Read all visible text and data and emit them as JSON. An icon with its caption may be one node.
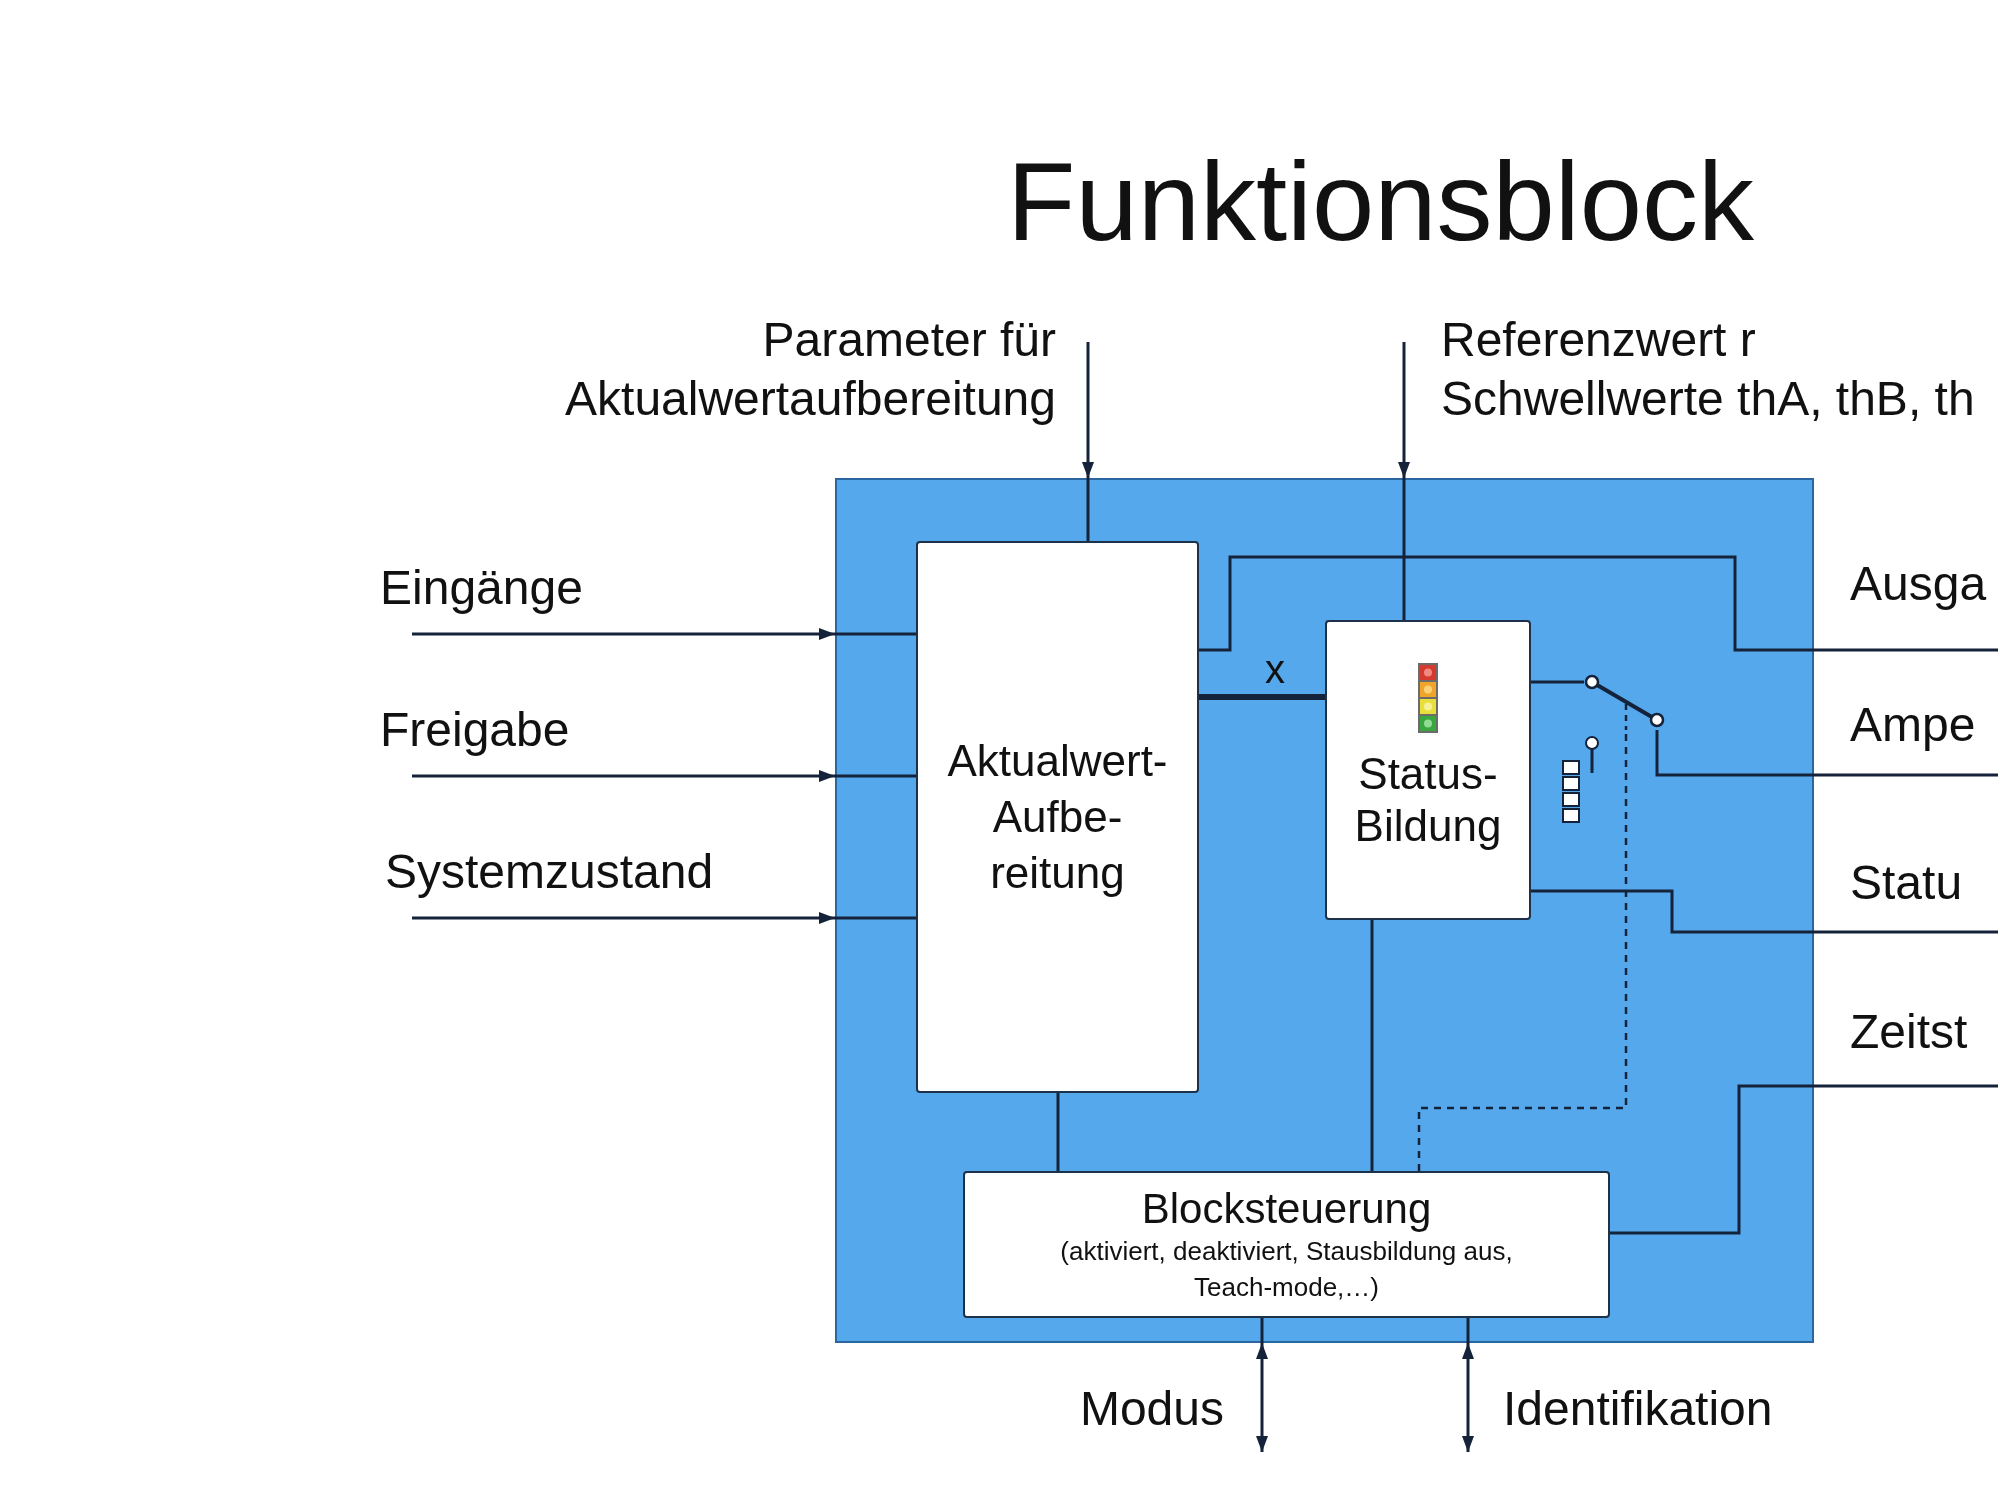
{
  "diagram": {
    "title": "Funktionsblock",
    "nodes": [
      {
        "text": [],
        "shape": "box"
      },
      {
        "text": [
          "Aktualwert- Aufbe- reitung"
        ],
        "in": 0
      },
      {
        "text": [
          "Status- Bildung"
        ],
        "in": 0
      },
      {
        "text": [],
        "shape": "picture",
        "in": 0
      },
      {
        "text": [
          "Blocksteuerung",
          "(aktiviert, deaktiviert, Stausbildung aus, Teach-mode,…)"
        ],
        "in": 0
      }
    ],
    "edges": [
      {
        "from": null,
        "to": 0,
        "arrow": "to",
        "label": "Parameter für Aktualwertaufbereitung"
      },
      {
        "from": 0,
        "to": 1,
        "arrow": "none"
      },
      {
        "from": null,
        "to": 0,
        "arrow": "to",
        "label": "Referenzwert r Schwellwerte thA, thB, th"
      },
      {
        "from": 0,
        "to": 2,
        "arrow": "none"
      },
      {
        "from": null,
        "to": 0,
        "arrow": "to",
        "label": "Eingänge"
      },
      {
        "from": 0,
        "to": 1,
        "arrow": "none"
      },
      {
        "from": null,
        "to": 0,
        "arrow": "to",
        "label": "Freigabe"
      },
      {
        "from": 0,
        "to": 1,
        "arrow": "none"
      },
      {
        "from": null,
        "to": 0,
        "arrow": "to",
        "label": "Systemzustand"
      },
      {
        "from": 0,
        "to": 1,
        "arrow": "none"
      },
      {
        "from": 1,
        "to": 2,
        "arrow": "none",
        "label": "x",
        "style": "thick"
      },
      {
        "from": 1,
        "to": null,
        "arrow": "none",
        "label": "Ausga"
      },
      {
        "from": 2,
        "to": 3,
        "arrow": "none"
      },
      {
        "from": 3,
        "to": null,
        "arrow": "none",
        "label": "Ampe"
      },
      {
        "from": 2,
        "to": null,
        "arrow": "none",
        "label": "Statu"
      },
      {
        "from": 1,
        "to": 4,
        "arrow": "none"
      },
      {
        "from": 2,
        "to": 4,
        "arrow": "none"
      },
      {
        "from": 4,
        "to": 3,
        "arrow": "none",
        "style": "dashed"
      },
      {
        "from": 4,
        "to": null,
        "arrow": "none",
        "label": "Zeitst"
      },
      {
        "from": 4,
        "to": 0,
        "arrow": "none"
      },
      {
        "from": 0,
        "to": null,
        "arrow": "both",
        "label": "Modus"
      },
      {
        "from": 4,
        "to": 0,
        "arrow": "none"
      },
      {
        "from": 0,
        "to": null,
        "arrow": "both",
        "label": "Identifikation"
      }
    ]
  }
}
